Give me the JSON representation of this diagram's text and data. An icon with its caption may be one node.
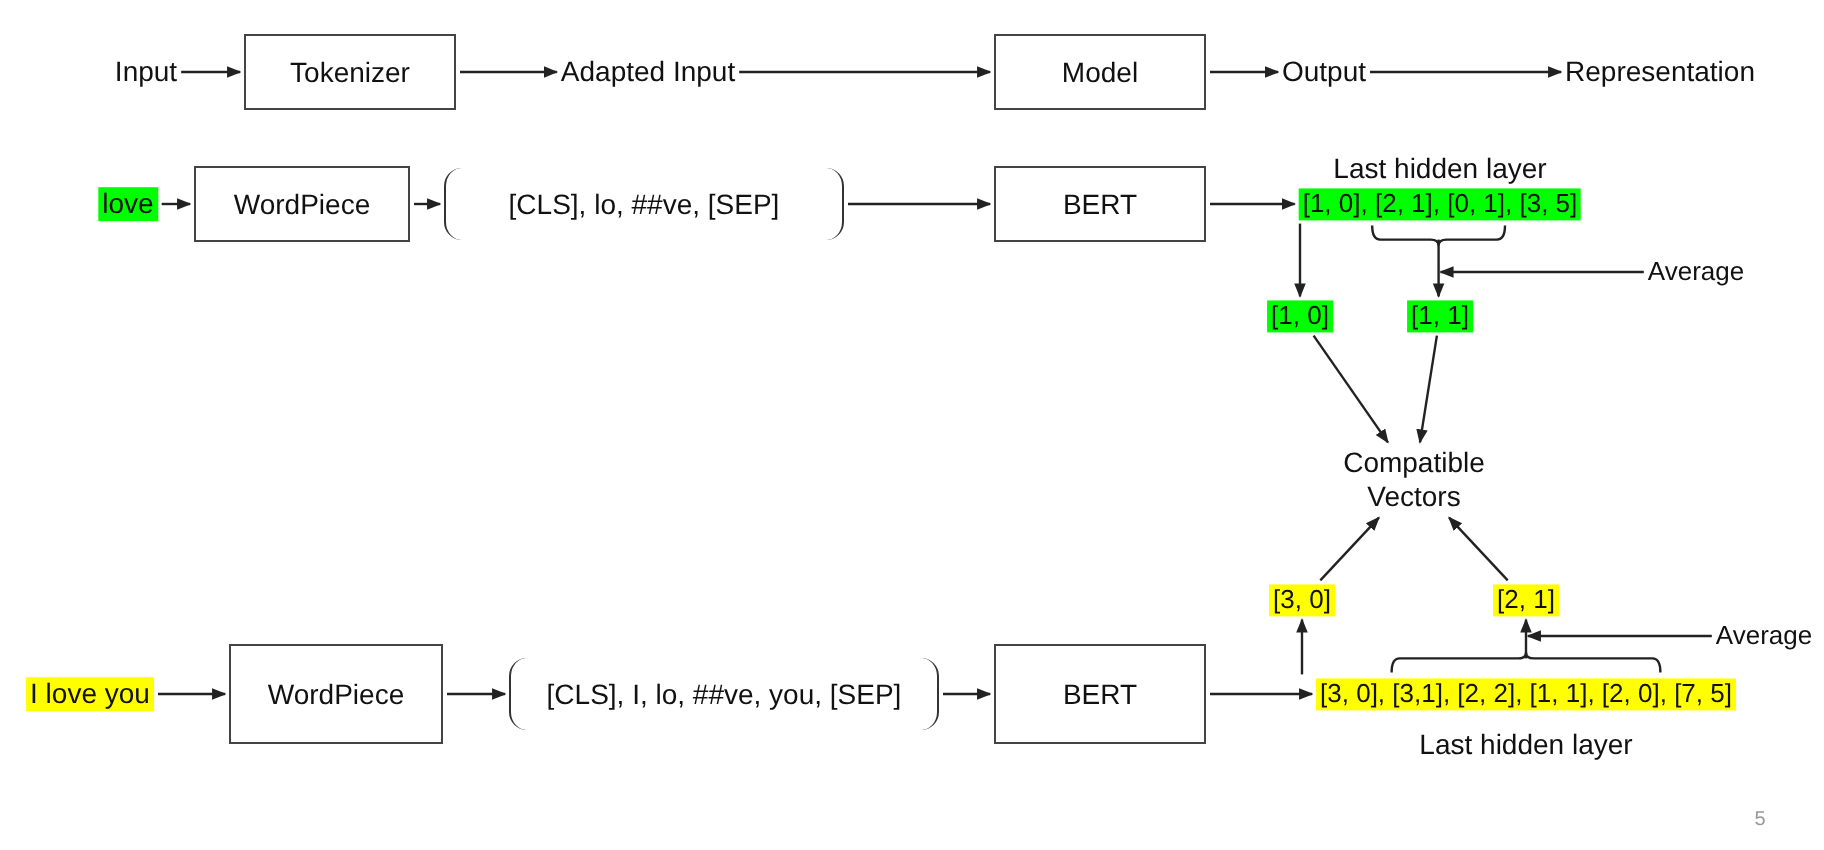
{
  "diagram": {
    "nodes": [
      {
        "text": [
          "Input"
        ]
      },
      {
        "text": [
          "Tokenizer"
        ]
      },
      {
        "text": [
          "Adapted Input"
        ]
      },
      {
        "text": [
          "Model"
        ]
      },
      {
        "text": [
          "Output"
        ]
      },
      {
        "text": [
          "Representation"
        ]
      },
      {
        "text": [
          "love"
        ]
      },
      {
        "text": [
          "WordPiece"
        ]
      },
      {
        "text": [
          "[CLS], lo, ##ve, [SEP]"
        ]
      },
      {
        "text": [
          "BERT"
        ]
      },
      {
        "text": [
          "[1, 0], [2, 1], [0, 1], [3, 5]"
        ],
        "beside": [
          "Last hidden layer"
        ]
      },
      {
        "text": [
          "[1, 0]"
        ]
      },
      {
        "text": [
          "[1, 1]"
        ]
      },
      {
        "text": [
          "Compatible Vectors"
        ]
      },
      {
        "text": [
          "[3, 0]"
        ]
      },
      {
        "text": [
          "[2, 1]"
        ]
      },
      {
        "text": [
          "I love you"
        ]
      },
      {
        "text": [
          "WordPiece"
        ]
      },
      {
        "text": [
          "[CLS], I, lo, ##ve, you, [SEP]"
        ]
      },
      {
        "text": [
          "BERT"
        ]
      },
      {
        "text": [
          "[3, 0], [3,1], [2, 2], [1, 1], [2, 0], [7, 5]"
        ],
        "beside": [
          "Last hidden layer"
        ]
      },
      {
        "text": [
          "Average"
        ]
      },
      {
        "text": [
          "Average"
        ]
      }
    ],
    "edges": [
      {
        "from": 0,
        "to": 1,
        "arrow": "to"
      },
      {
        "from": 1,
        "to": 2,
        "arrow": "to"
      },
      {
        "from": 2,
        "to": 3,
        "arrow": "to"
      },
      {
        "from": 3,
        "to": 4,
        "arrow": "to"
      },
      {
        "from": 4,
        "to": 5,
        "arrow": "to"
      },
      {
        "from": 6,
        "to": 7,
        "arrow": "to"
      },
      {
        "from": 7,
        "to": 8,
        "arrow": "to"
      },
      {
        "from": 8,
        "to": 9,
        "arrow": "to"
      },
      {
        "from": 9,
        "to": 10,
        "arrow": "to"
      },
      {
        "from": 10,
        "to": 11,
        "arrow": "to"
      },
      {
        "from": 10,
        "to": 12,
        "arrow": "to"
      },
      {
        "from": 21,
        "to": 12,
        "arrow": "to"
      },
      {
        "from": 11,
        "to": 13,
        "arrow": "to"
      },
      {
        "from": 12,
        "to": 13,
        "arrow": "to"
      },
      {
        "from": 14,
        "to": 13,
        "arrow": "to"
      },
      {
        "from": 15,
        "to": 13,
        "arrow": "to"
      },
      {
        "from": 16,
        "to": 17,
        "arrow": "to"
      },
      {
        "from": 17,
        "to": 18,
        "arrow": "to"
      },
      {
        "from": 18,
        "to": 19,
        "arrow": "to"
      },
      {
        "from": 19,
        "to": 20,
        "arrow": "to"
      },
      {
        "from": 20,
        "to": 14,
        "arrow": "to"
      },
      {
        "from": 20,
        "to": 15,
        "arrow": "to"
      },
      {
        "from": 22,
        "to": 15,
        "arrow": "to"
      }
    ],
    "labels": [
      "5"
    ]
  }
}
